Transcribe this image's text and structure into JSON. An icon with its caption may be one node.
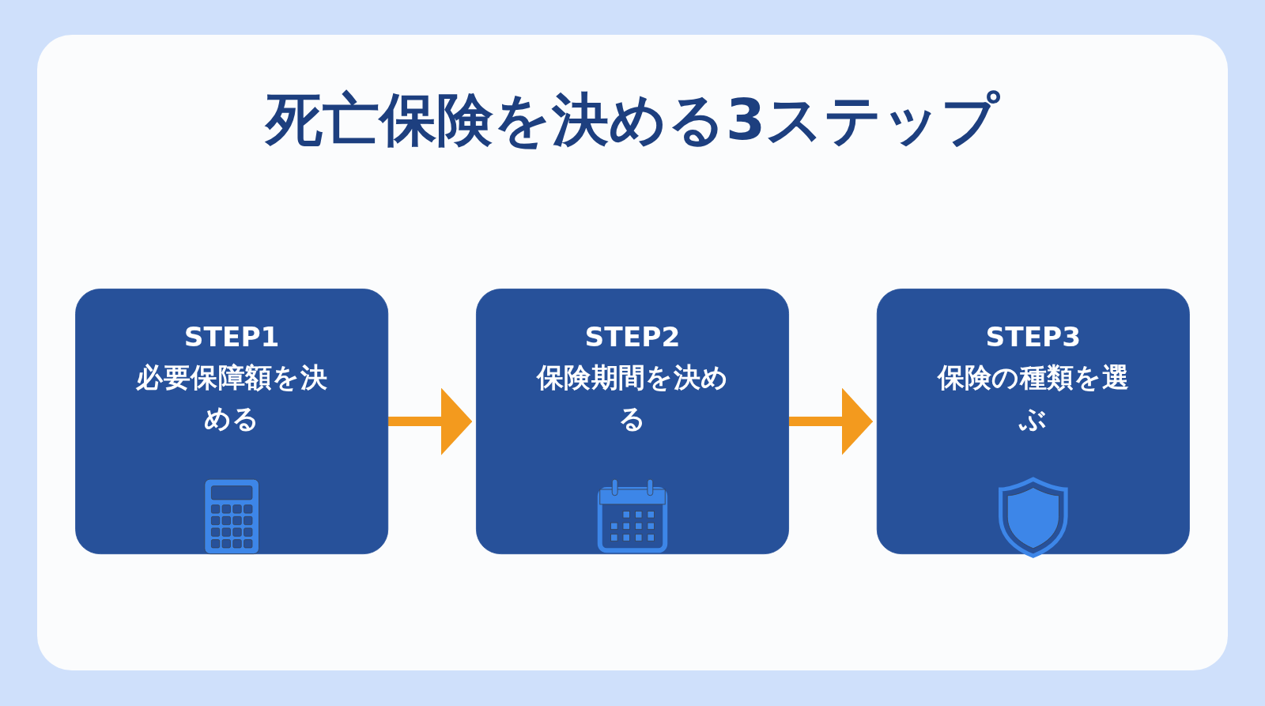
{
  "diagram": {
    "title": "死亡保険を決める3ステップ",
    "nodes": [
      {
        "text": [
          "STEP1",
          "必要保障額を決める"
        ]
      },
      {
        "text": [
          "STEP2",
          "保険期間を決める"
        ]
      },
      {
        "text": [
          "STEP3",
          "保険の種類を選ぶ"
        ]
      }
    ],
    "edges": [
      {
        "from": 0,
        "to": 1,
        "arrow": "to"
      },
      {
        "from": 1,
        "to": 2,
        "arrow": "to"
      }
    ]
  }
}
